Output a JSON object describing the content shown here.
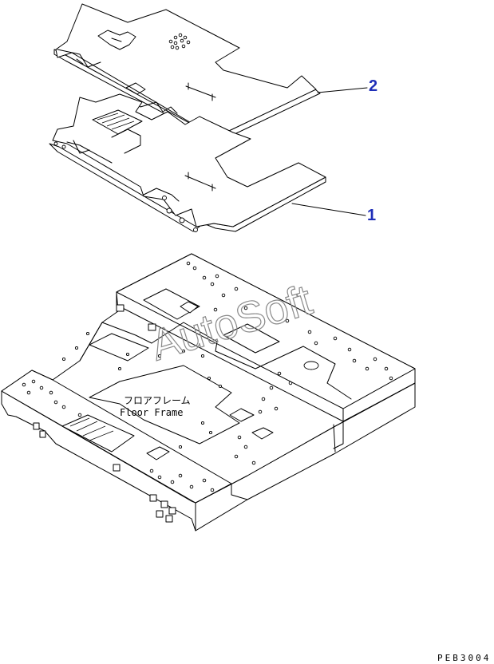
{
  "diagram": {
    "callouts": [
      {
        "number": "2"
      },
      {
        "number": "1"
      }
    ],
    "floor_frame_label_jp": "フロアフレーム",
    "floor_frame_label_en": "Floor Frame",
    "drawing_code": "PEB3004",
    "watermark": "AutoSoft",
    "colors": {
      "callout": "#1f2fb8",
      "line": "#000000",
      "watermark": "#8a8a8a"
    }
  }
}
